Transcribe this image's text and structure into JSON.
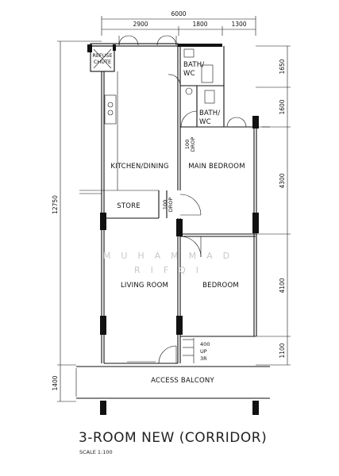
{
  "dimensions": {
    "top_total": "6000",
    "top_segments": [
      "2900",
      "1800",
      "1300"
    ],
    "left_total": "12750",
    "left_bottom": "1400",
    "right_segments": [
      "1650",
      "1600",
      "4300",
      "4100",
      "1100"
    ]
  },
  "rooms": {
    "refuse_chute_line1": "REFUSE",
    "refuse_chute_line2": "CHUTE",
    "bath1_line1": "BATH/",
    "bath1_line2": "WC",
    "bath2_line1": "BATH/",
    "bath2_line2": "WC",
    "kitchen": "KITCHEN/DINING",
    "main_bedroom": "MAIN BEDROOM",
    "store": "STORE",
    "living_room": "LIVING ROOM",
    "bedroom": "BEDROOM",
    "access_balcony": "ACCESS BALCONY"
  },
  "annotations": {
    "drop1_line1": "100",
    "drop1_line2": "DROP",
    "drop2_line1": "100",
    "drop2_line2": "DROP",
    "stairs_line1": "400",
    "stairs_line2": "UP",
    "stairs_line3": "3R"
  },
  "watermark": {
    "line1": "MUHAMMAD",
    "line2": "RIFQI"
  },
  "title": "3-ROOM NEW (CORRIDOR)",
  "scale": "SCALE   1:100"
}
